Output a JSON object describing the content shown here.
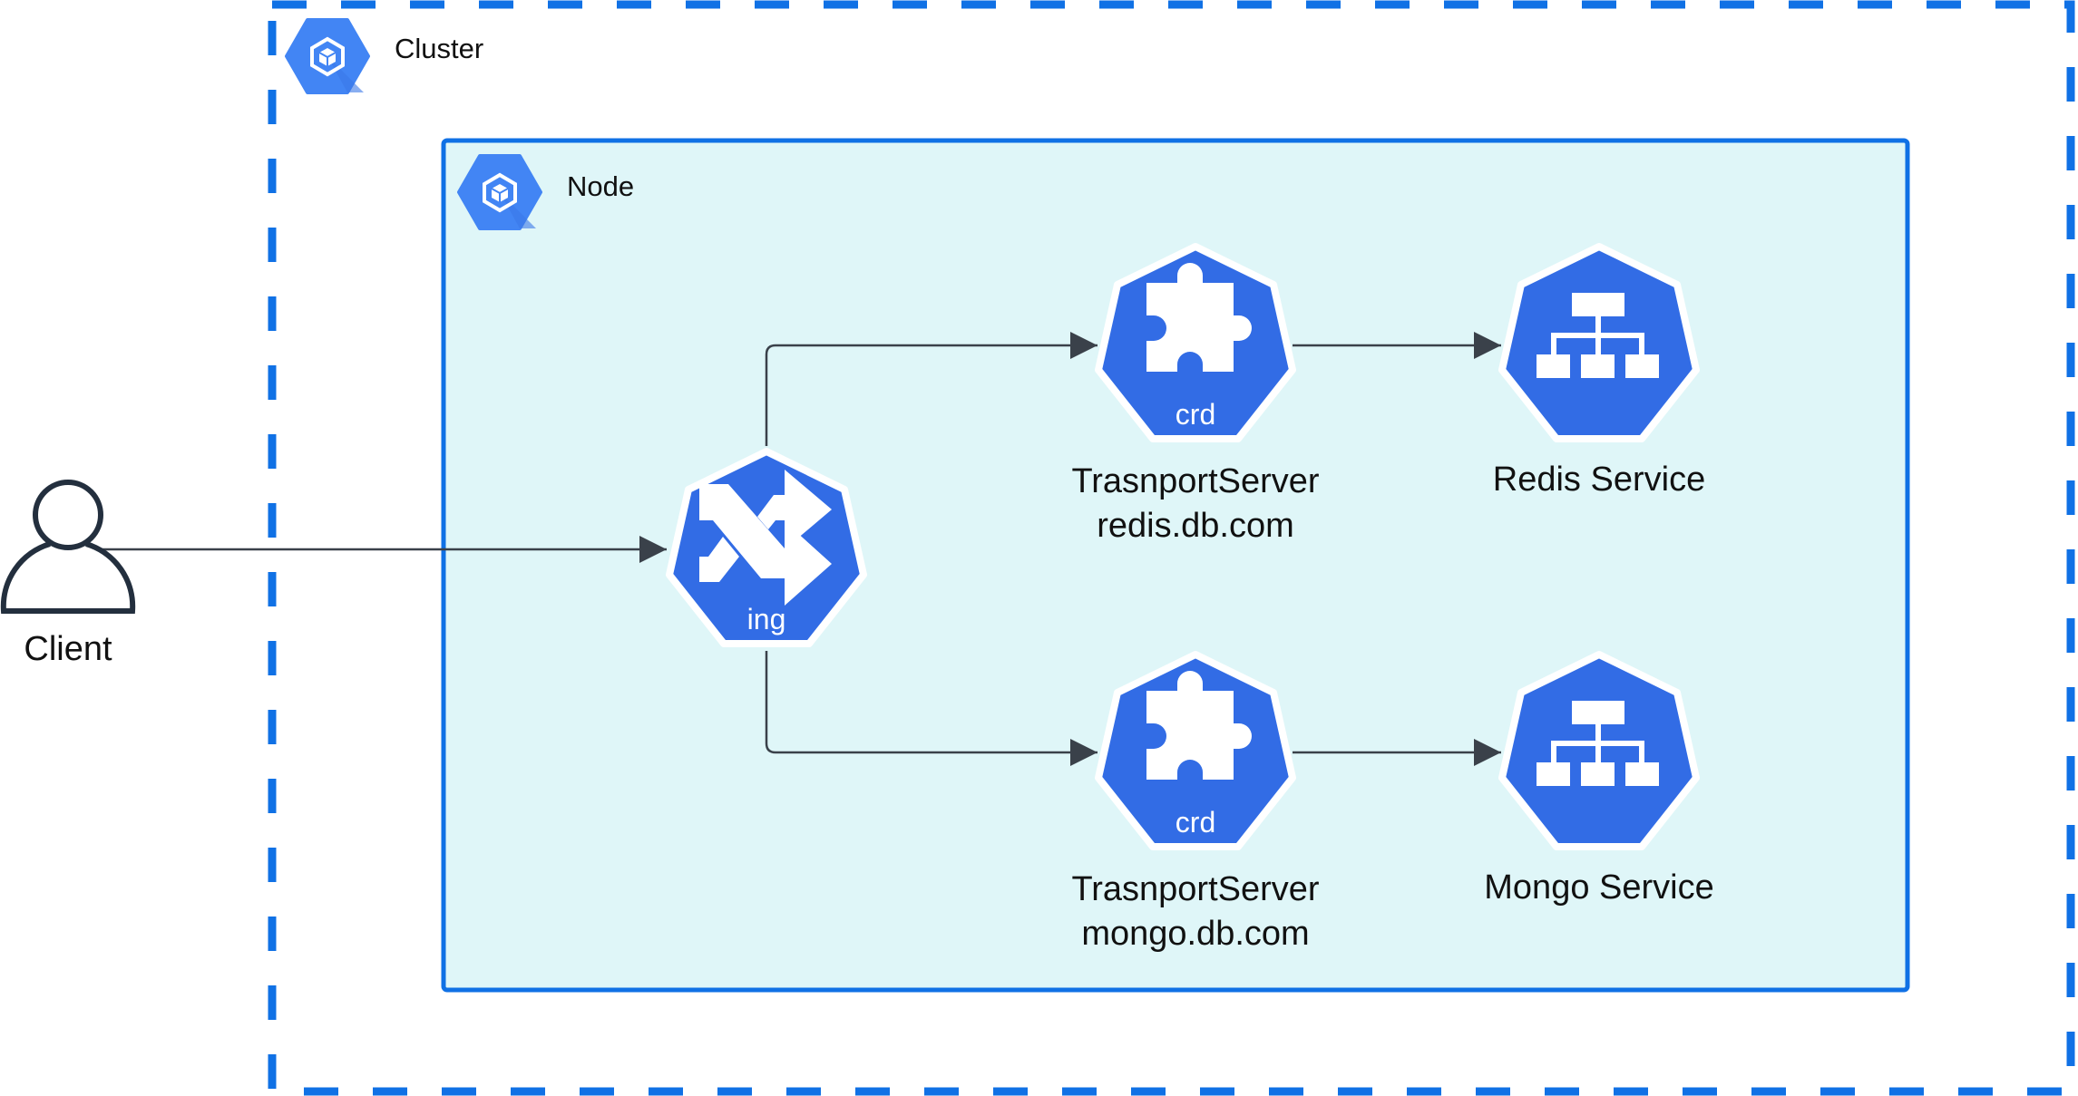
{
  "diagram": {
    "title": "Kubernetes TransportServer routing",
    "cluster": {
      "label": "Cluster",
      "icon": "kubernetes-engine-icon"
    },
    "node": {
      "label": "Node",
      "icon": "kubernetes-engine-icon"
    },
    "client": {
      "label": "Client",
      "icon": "user-icon"
    },
    "ingress": {
      "badge": "ing",
      "icon": "shuffle-icon"
    },
    "transport_servers": [
      {
        "badge": "crd",
        "name": "TrasnportServer",
        "host": "redis.db.com",
        "icon": "puzzle-icon"
      },
      {
        "badge": "crd",
        "name": "TrasnportServer",
        "host": "mongo.db.com",
        "icon": "puzzle-icon"
      }
    ],
    "services": [
      {
        "label": "Redis Service",
        "icon": "hierarchy-icon"
      },
      {
        "label": "Mongo Service",
        "icon": "hierarchy-icon"
      }
    ],
    "edges": [
      {
        "from": "Client",
        "to": "ing"
      },
      {
        "from": "ing",
        "to": "TrasnportServer redis.db.com"
      },
      {
        "from": "ing",
        "to": "TrasnportServer mongo.db.com"
      },
      {
        "from": "TrasnportServer redis.db.com",
        "to": "Redis Service"
      },
      {
        "from": "TrasnportServer mongo.db.com",
        "to": "Mongo Service"
      }
    ],
    "colors": {
      "cluster_border": "#1071e5",
      "node_fill": "#dff6f8",
      "node_border": "#1071e5",
      "k8s_blue": "#326ce5",
      "gcp_blue": "#4285f4",
      "edge": "#3a414a",
      "person": "#232f3e"
    }
  }
}
